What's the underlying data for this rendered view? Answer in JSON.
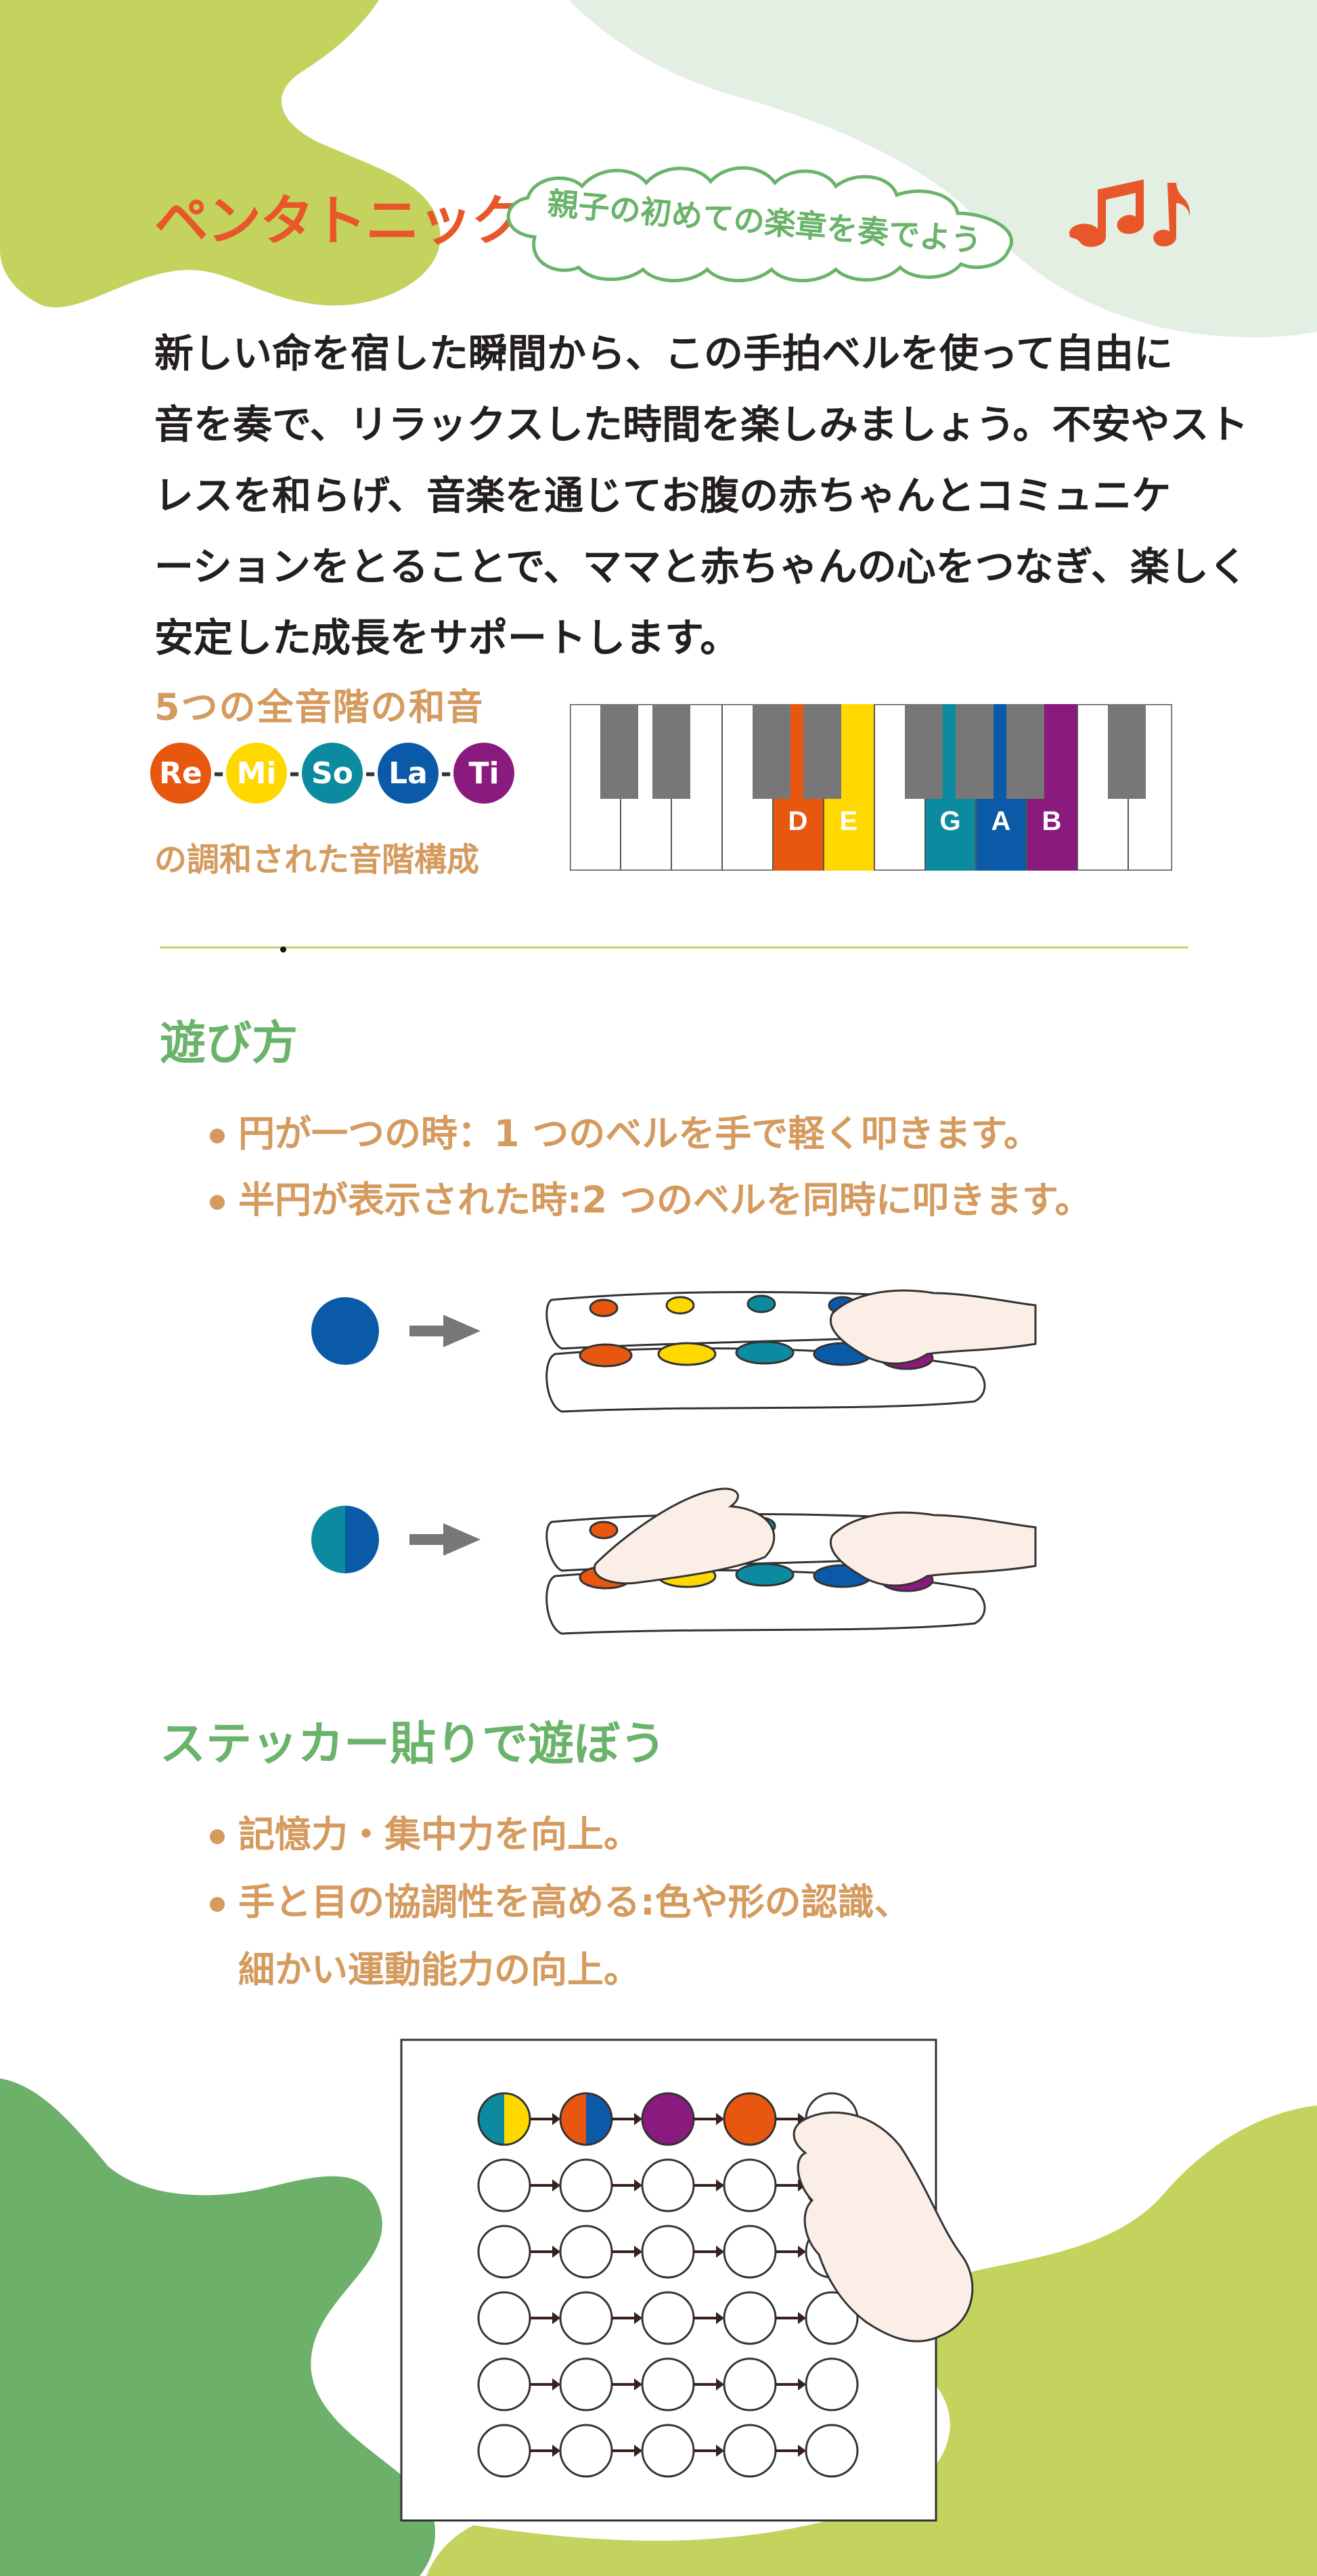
{
  "header": {
    "brand": "ペンタトニック",
    "tagline": "親子の初めての楽章を奏でよう",
    "notes_icon": "music-notes-icon"
  },
  "intro": {
    "lines": [
      "新しい命を宿した瞬間から、この手拍ベルを使って自由に",
      "音を奏で、リラックスした時間を楽しみましょう。不安やスト",
      "レスを和らげ、音楽を通じてお腹の赤ちゃんとコミュニケ",
      "ーションをとることで、ママと赤ちゃんの心をつなぎ、楽しく",
      "安定した成長をサポートします。"
    ]
  },
  "scale": {
    "title": "5つの全音階の和音",
    "subtitle": "の調和された音階構成",
    "notes": [
      {
        "label": "Re",
        "color": "#e8570f"
      },
      {
        "label": "Mi",
        "color": "#ffd800"
      },
      {
        "label": "So",
        "color": "#0b8aa0"
      },
      {
        "label": "La",
        "color": "#0a5aa8"
      },
      {
        "label": "Ti",
        "color": "#8a1a7e"
      }
    ],
    "keys": [
      {
        "label": "D",
        "color": "#e8570f"
      },
      {
        "label": "E",
        "color": "#ffd800"
      },
      {
        "label": "G",
        "color": "#0b8aa0"
      },
      {
        "label": "A",
        "color": "#0a5aa8"
      },
      {
        "label": "B",
        "color": "#8a1a7e"
      }
    ]
  },
  "howto": {
    "heading": "遊び方",
    "bullets": [
      "円が一つの時：1 つのベルを手で軽く叩きます。",
      "半円が表示された時:2 つのベルを同時に叩きます。"
    ],
    "bell_colors": [
      "#e8570f",
      "#ffd800",
      "#0b8aa0",
      "#0a5aa8",
      "#8a1a7e"
    ],
    "arrow_icon": "arrow-right-icon"
  },
  "sticker": {
    "heading": "ステッカー貼りで遊ぼう",
    "bullets": [
      "記憶力・集中力を向上。",
      "手と目の協調性を高める:色や形の認識、"
    ],
    "bullet_cont": "細かい運動能力の向上。"
  },
  "colors": {
    "accent_orange": "#e8572a",
    "heading_green": "#6ab36a",
    "bullet_tan": "#d49a5e",
    "bg_lime": "#c3d35e",
    "bg_mint": "#e3efe3",
    "bg_green": "#6cb06a"
  }
}
